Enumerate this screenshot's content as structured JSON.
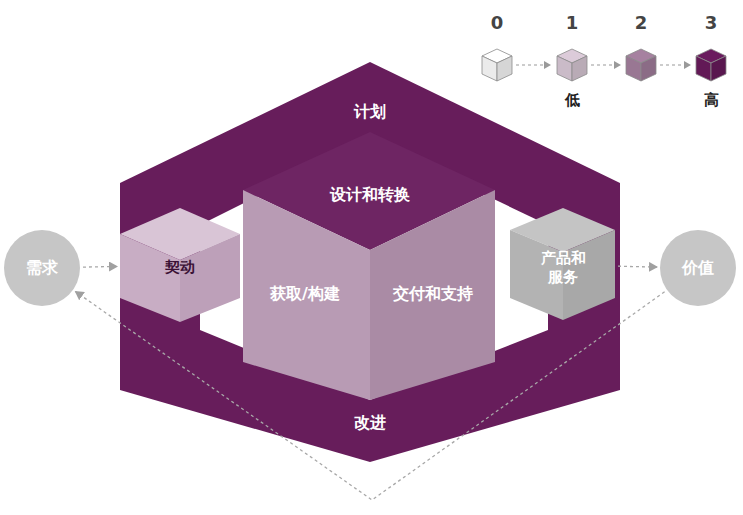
{
  "diagram": {
    "nodes": [
      {
        "text": [
          "需求"
        ]
      },
      {
        "text": [
          "计划",
          "改进"
        ]
      },
      {
        "text": [
          "契动"
        ]
      },
      {
        "text": [
          "设计和转换",
          "获取/构建",
          "交付和支持"
        ],
        "in": 1
      },
      {
        "text": [
          "产品和服务"
        ]
      },
      {
        "text": [
          "价值"
        ]
      }
    ],
    "edges": [
      {
        "from": 0,
        "to": 2,
        "arrow": "to"
      },
      {
        "from": 4,
        "to": 5,
        "arrow": "to"
      },
      {
        "from": 5,
        "to": 0,
        "arrow": "to"
      }
    ],
    "labels": [
      "低",
      "高"
    ],
    "legend": [
      {
        "text": "0",
        "color": "#ffffff"
      },
      {
        "text": "1",
        "color": "#dccbd9"
      },
      {
        "text": "2",
        "color": "#a681a0"
      },
      {
        "text": "3",
        "color": "#6a1b5e"
      }
    ]
  }
}
